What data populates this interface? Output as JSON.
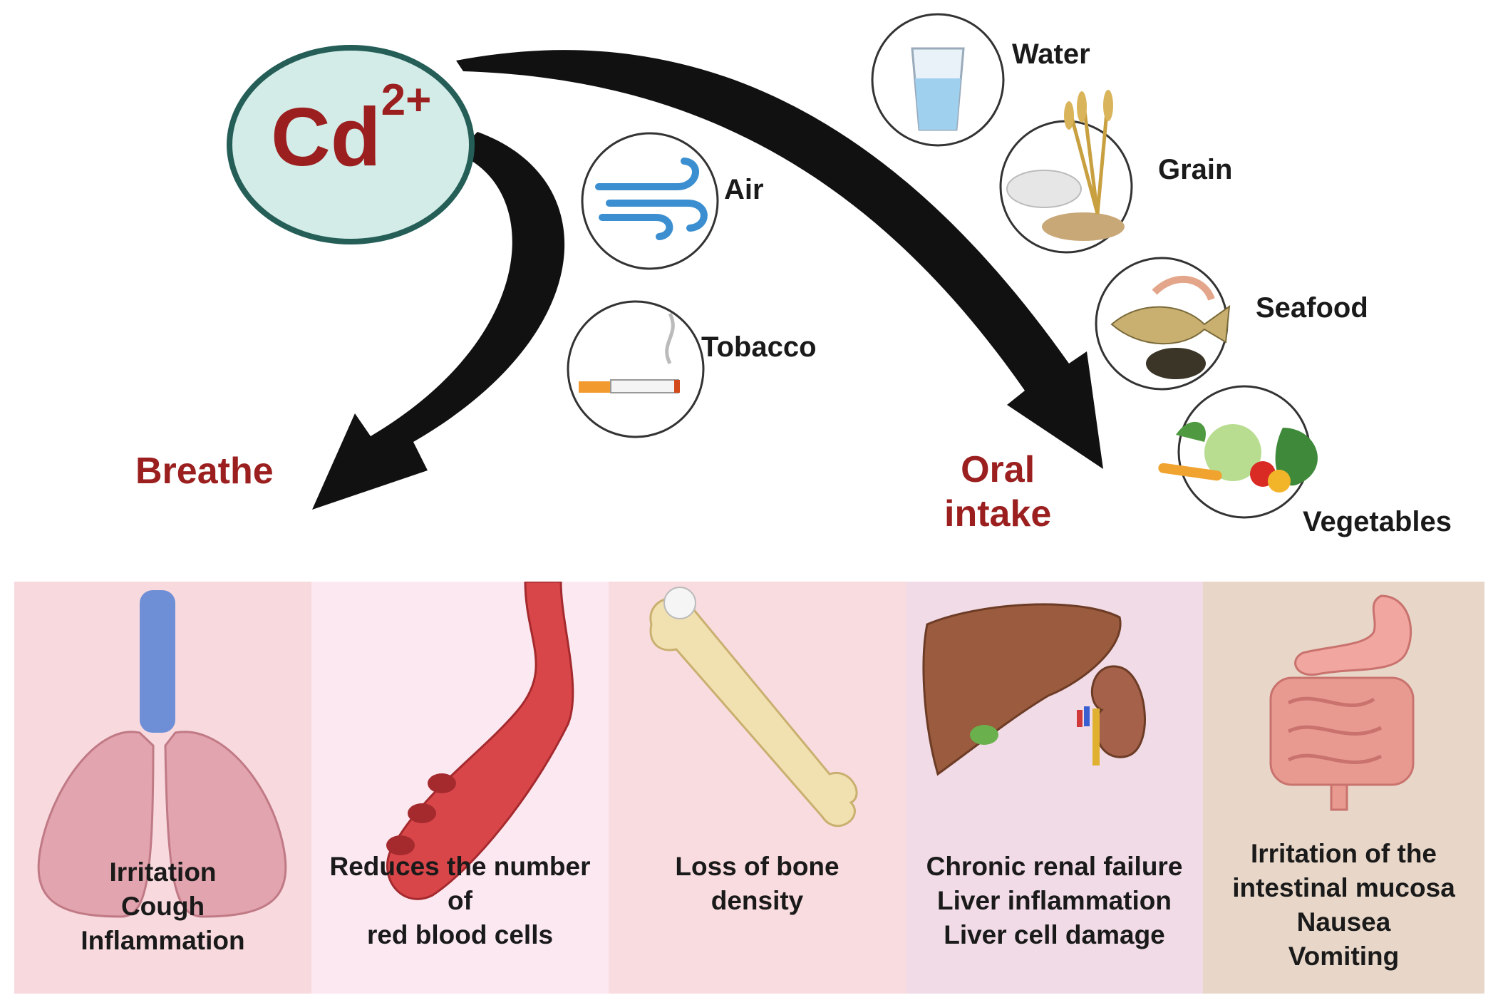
{
  "ion": {
    "symbol": "Cd",
    "charge": "2+"
  },
  "colors": {
    "ion_fill": "#d4ece8",
    "ion_border": "#245e57",
    "ion_text": "#9b1f1f",
    "route_text": "#9b1f1f",
    "arrow": "#111111",
    "panel_1": "#f8d9de",
    "panel_2": "#fbe8f1",
    "panel_3": "#f9dcdf",
    "panel_4": "#f1dbe6",
    "panel_5": "#e8d7c9"
  },
  "routes": {
    "breathe": "Breathe",
    "oral": [
      "Oral",
      "intake"
    ]
  },
  "sources": {
    "air": {
      "label": "Air",
      "icon": "wind-icon"
    },
    "tobacco": {
      "label": "Tobacco",
      "icon": "cigarette-icon"
    },
    "water": {
      "label": "Water",
      "icon": "water-glass-icon"
    },
    "grain": {
      "label": "Grain",
      "icon": "grain-icon"
    },
    "seafood": {
      "label": "Seafood",
      "icon": "fish-icon"
    },
    "vegetables": {
      "label": "Vegetables",
      "icon": "vegetables-icon"
    }
  },
  "effects": [
    {
      "organ": "lungs-icon",
      "lines": [
        "Irritation",
        "Cough",
        "Inflammation"
      ]
    },
    {
      "organ": "blood-vessel-icon",
      "lines": [
        "Reduces the number",
        "of",
        "red blood cells"
      ]
    },
    {
      "organ": "bone-icon",
      "lines": [
        "Loss of bone",
        "density"
      ]
    },
    {
      "organ": "liver-kidney-icon",
      "lines": [
        "Chronic renal failure",
        "Liver inflammation",
        "Liver cell damage"
      ]
    },
    {
      "organ": "intestine-icon",
      "lines": [
        "Irritation of the",
        "intestinal mucosa",
        "Nausea",
        "Vomiting"
      ]
    }
  ]
}
